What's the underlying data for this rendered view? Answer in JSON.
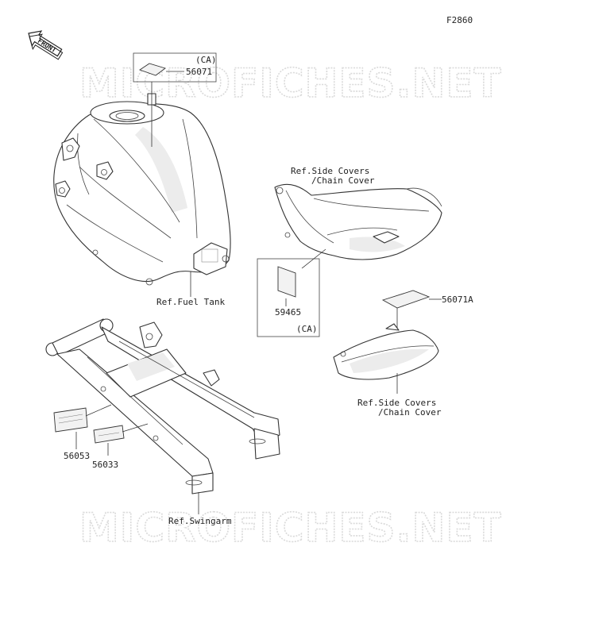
{
  "figure_id": "F2860",
  "front_label": "FRONT",
  "watermark": "MICROFICHES.NET",
  "labels": {
    "p56071": "56071",
    "ca_top": "(CA)",
    "p59465": "59465",
    "ca_mid": "(CA)",
    "p56071a": "56071A",
    "p56053": "56053",
    "p56033": "56033",
    "ref_fuel_tank": "Ref.Fuel Tank",
    "ref_side_covers_1_a": "Ref.Side Covers",
    "ref_side_covers_1_b": "/Chain Cover",
    "ref_side_covers_2_a": "Ref.Side Covers",
    "ref_side_covers_2_b": "/Chain Cover",
    "ref_swingarm": "Ref.Swingarm"
  }
}
